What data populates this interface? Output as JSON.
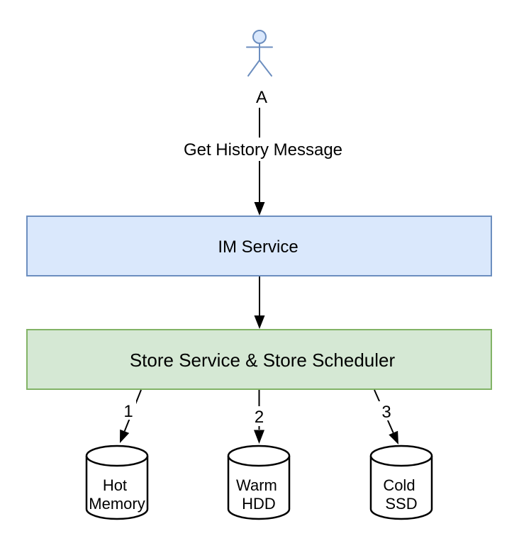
{
  "diagram": {
    "actor": {
      "label": "A"
    },
    "request_arrow": {
      "label": "Get History Message"
    },
    "boxes": [
      {
        "label": "IM Service"
      },
      {
        "label": "Store Service & Store Scheduler"
      }
    ],
    "branch_arrows": [
      {
        "label": "1"
      },
      {
        "label": "2"
      },
      {
        "label": "3"
      }
    ],
    "stores": [
      {
        "line1": "Hot",
        "line2": "Memory"
      },
      {
        "line1": "Warm",
        "line2": "HDD"
      },
      {
        "line1": "Cold",
        "line2": "SSD"
      }
    ],
    "colors": {
      "blue_fill": "#dae8fc",
      "blue_stroke": "#6c8ebf",
      "green_fill": "#d5e8d4",
      "green_stroke": "#82b366",
      "line": "#000000",
      "cylinder_fill": "#ffffff"
    }
  }
}
